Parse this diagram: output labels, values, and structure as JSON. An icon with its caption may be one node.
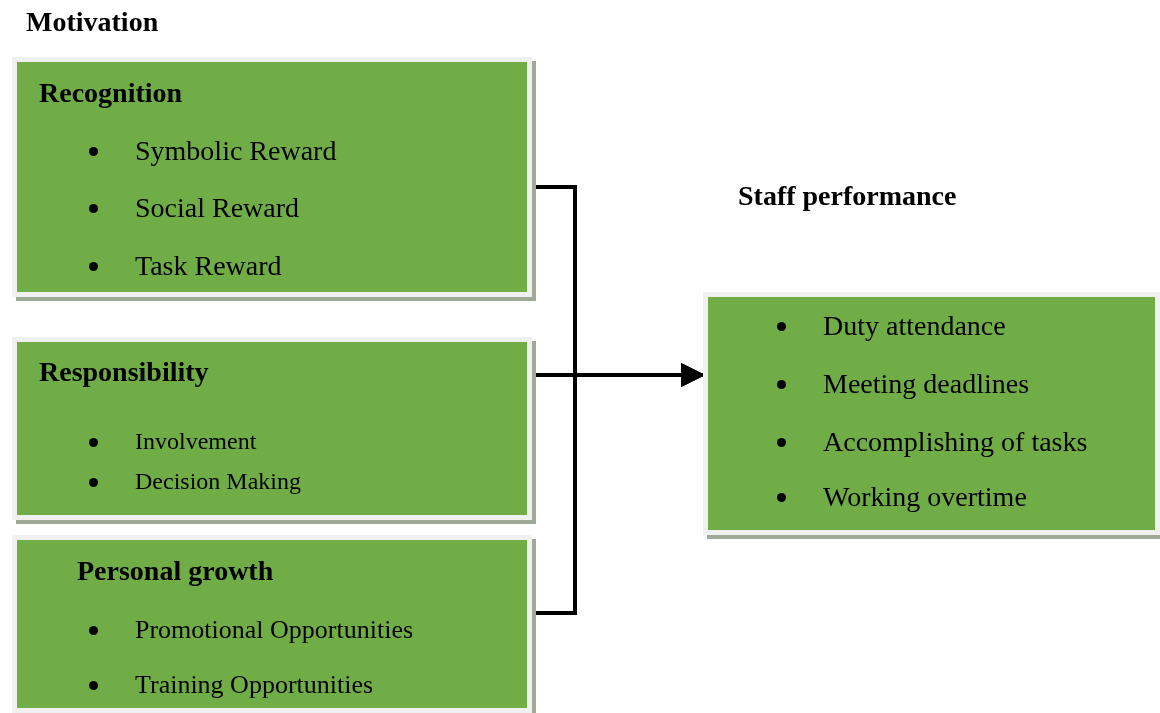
{
  "diagram": {
    "title": "Motivation",
    "nodes": [
      {
        "text": [
          "Recognition",
          "Symbolic Reward",
          "Social Reward",
          "Task Reward"
        ]
      },
      {
        "text": [
          "Responsibility",
          "Involvement",
          "Decision Making"
        ]
      },
      {
        "text": [
          "Personal growth",
          "Promotional Opportunities",
          "Training Opportunities"
        ]
      },
      {
        "text": [
          "Staff performance",
          "Duty attendance",
          "Meeting deadlines",
          "Accomplishing of tasks",
          "Working overtime"
        ]
      }
    ],
    "edges": [
      {
        "from": 0,
        "to": 3,
        "arrow": "to"
      },
      {
        "from": 1,
        "to": 3,
        "arrow": "to"
      },
      {
        "from": 2,
        "to": 3,
        "arrow": "to"
      }
    ]
  }
}
